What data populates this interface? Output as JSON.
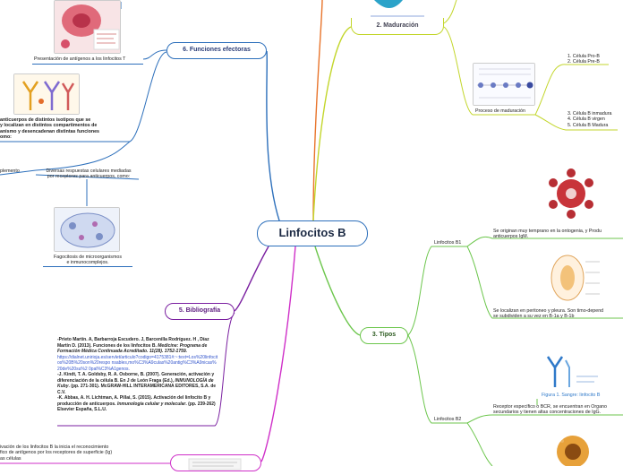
{
  "central": {
    "title": "Linfocitos B"
  },
  "branches": {
    "funciones": "6. Funciones efectoras",
    "bibliografia": "5. Bibliografía",
    "tipos": "3. Tipos",
    "maduracion": "2. Maduración"
  },
  "funciones": {
    "antigen_caption": "Presentación de antígenos a los linfocitos T",
    "anticuerpos_text": [
      "anticuerpos de distintos isotipos que se",
      "y localizan en distintos compartimentos de",
      "anismo y desencadenan distintas funciones",
      "omo:"
    ],
    "plemento": "plemento",
    "respuestas": [
      "Diversas respuestas celulares mediadas",
      "por receptores para anticuerpos, como:"
    ],
    "fagocitosis": [
      "Fagocitosis de microorganismos",
      "e inmunocomplejos."
    ]
  },
  "maduracion": {
    "proceso_caption": "Proceso de maduración",
    "stage1": [
      "1. Célula Pro-B",
      "2. Célula Pre-B"
    ],
    "stage2": [
      "3. Célula B inmadura",
      "4. Célula B virgen",
      "5. Célula B Madura"
    ]
  },
  "tipos": {
    "b1": "Linfocitos B1",
    "b2": "Linfocitos B2",
    "b1_origin": [
      "Se originan muy temprano en la ontogenia, y Produ",
      "anticuerpos IgM."
    ],
    "b1_location": [
      "Se localizan en peritoneo y pleura. Son timo-depend",
      "se subdividen a su vez en B-1a y B-1b"
    ],
    "figure_caption": "Figura 1. Sangre: linfocito B",
    "b2_text": [
      "Receptor específico o BCR, se encuentran en Órgano",
      "secundarios y tienen altas concentraciones de IgG."
    ]
  },
  "activacion": [
    "ivación de los linfocitos B la inicia el reconocimiento",
    "fico de antígenos por los receptores de superficie (Ig)",
    "as células"
  ],
  "bibliografia": {
    "r1_a": "-Prieto Martín. A, Barbarroja Escudero. J,  Barcenilla Rodríguez. H , Díaz Martín D. (2013). Funciones de los linfocitos B. ",
    "r1_b": "Medicine: Programa de Formación Médica Continuada Acreditado. 11(28). 1752-1759.",
    "r1_link": "https://dialnet.unirioja.es/servlet/articulo?codigo=4175381#:~:text=Los%20linfocitos%20B%20son%20respo nsables,mo%C3%A9culas%20antig%C3%A9nicas%20de%20su%2 0pal%C3%A1genos.",
    "r2_a": "-J. Kindt, T. A. Goldsby, R. A. Osborne, B. (2007).  Generación, activación y diferenciación de la célula B.  En J de León Fraga (Ed.), ",
    "r2_b": "INMUNOLOGÍA de Kuby",
    "r2_c": ". (pp. 271-301). McGRAW-HILL INTERAMERICANA EDITORES, S.A. de C.V.",
    "r3_a": "-K. Abbas, A. H. Lichtman, A. Pillai, S. (2015). Activación del linfocito B y producción de anticuerpos. ",
    "r3_b": "Inmunología celular y molecular",
    "r3_c": ". (pp. 239-262) Elsevier España, S.L.U."
  },
  "colors": {
    "blue": "#2c6fbb",
    "purple": "#7a1fa0",
    "green": "#6cc64c",
    "yellow": "#c3d62c",
    "magenta": "#cf2fc8"
  }
}
